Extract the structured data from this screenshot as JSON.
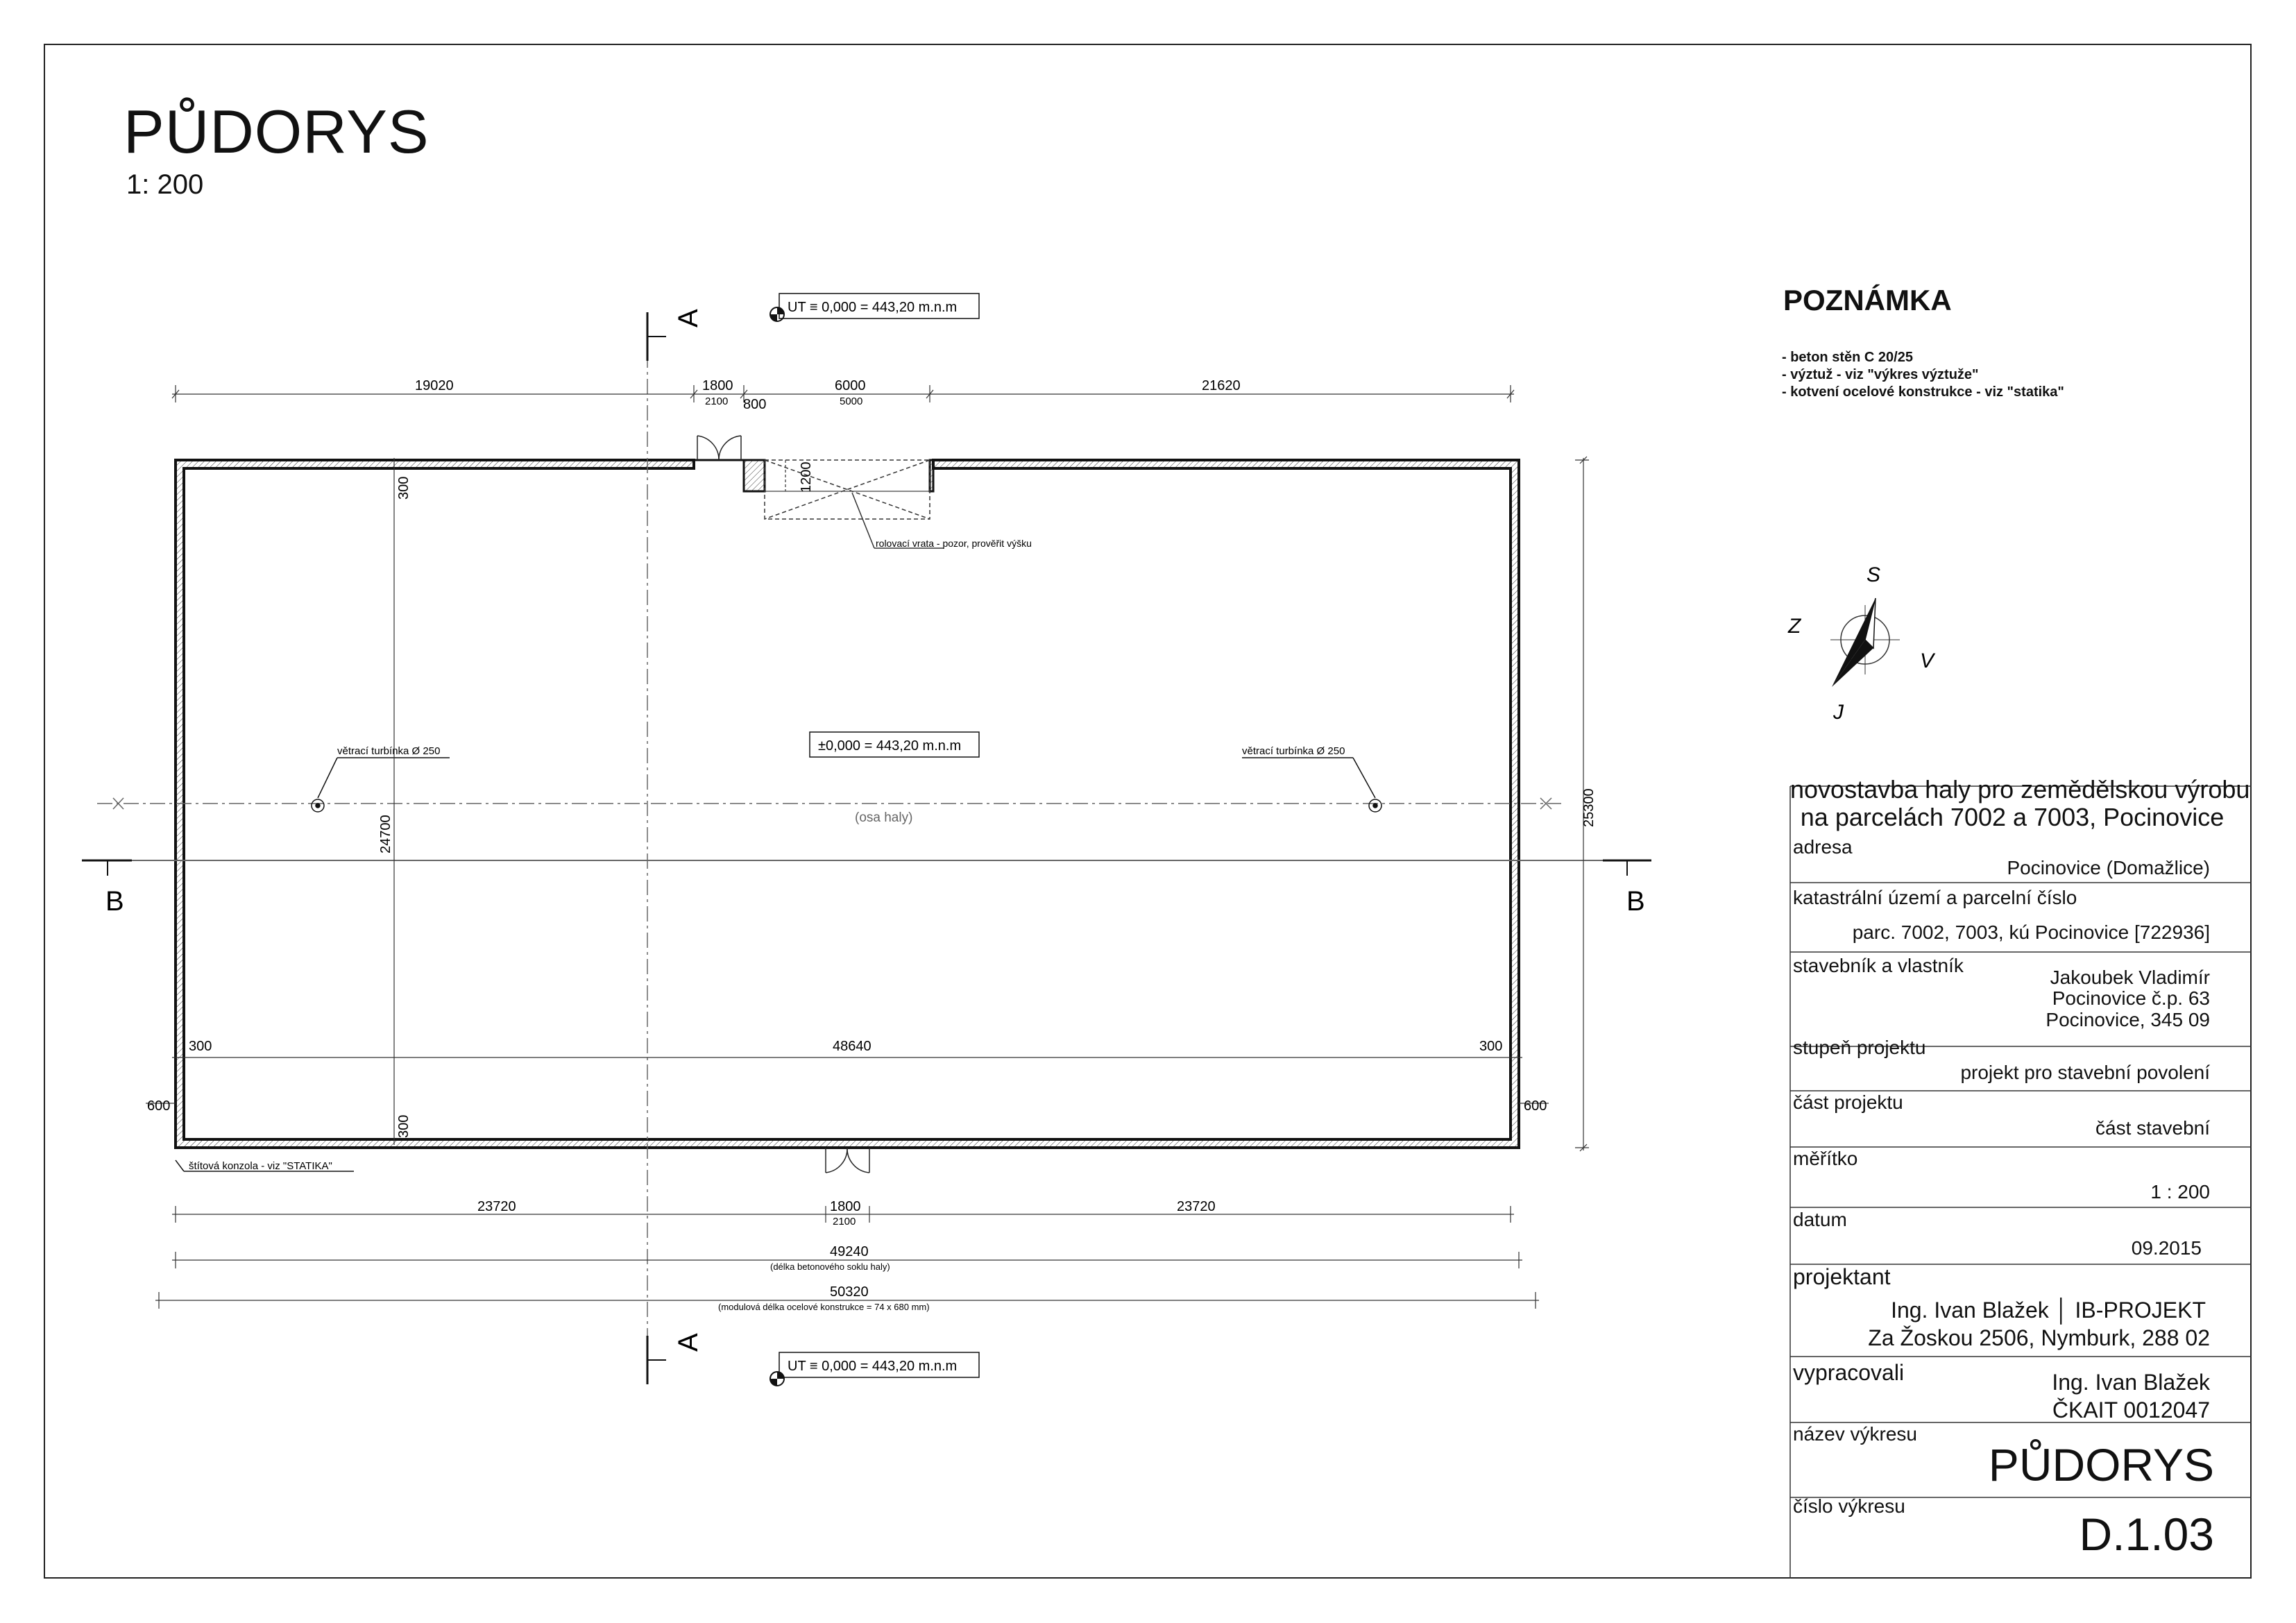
{
  "drawing": {
    "title": "PŮDORYS",
    "scale": "1: 200"
  },
  "plan": {
    "elevation_top": "UT ≡ 0,000 = 443,20 m.n.m",
    "elevation_bottom": "UT ≡ 0,000 = 443,20 m.n.m",
    "elevation_center": "±0,000 = 443,20 m.n.m",
    "axis_label": "(osa haly)",
    "section_a": "A",
    "section_b": "B",
    "turbine_left": "větrací turbínka Ø 250",
    "turbine_right": "větrací turbínka Ø 250",
    "gate_note": "rolovací vrata - pozor, prověřit výšku",
    "console_note": "štítová konzola - viz \"STATIKA\"",
    "dim_top": [
      "19020",
      "1800",
      "2100",
      "800",
      "6000",
      "5000",
      "21620"
    ],
    "dim_left_300_top": "300",
    "dim_left_300_bottom": "300",
    "dim_inner_height": "24700",
    "dim_right_height": "25300",
    "dim_inner_width": "48640",
    "dim_wall_left": "300",
    "dim_wall_right": "300",
    "dim_600_left": "600",
    "dim_600_right": "600",
    "dim_gate_depth": "1200",
    "dim_bottom": [
      "23720",
      "1800",
      "2100",
      "23720"
    ],
    "dim_total_concrete": "49240",
    "dim_total_concrete_note": "(délka betonového soklu haly)",
    "dim_total_steel": "50320",
    "dim_total_steel_note": "(modulová délka ocelové konstrukce  = 74 x 680 mm)"
  },
  "notes": {
    "heading": "POZNÁMKA",
    "lines": [
      "- beton stěn C 20/25",
      "- výztuž - viz \"výkres výztuže\"",
      "- kotvení ocelové konstrukce - viz \"statika\""
    ]
  },
  "compass": {
    "s": "S",
    "z": "Z",
    "v": "V",
    "j": "J"
  },
  "titleblock": {
    "project_line1": "novostavba haly pro zemědělskou výrobu",
    "project_line2": "na parcelách 7002 a 7003, Pocinovice",
    "address_label": "adresa",
    "address_value": "Pocinovice (Domažlice)",
    "cadastre_label": "katastrální území a parcelní číslo",
    "cadastre_value": "parc. 7002, 7003, kú Pocinovice [722936]",
    "owner_label": "stavebník a vlastník",
    "owner_value1": "Jakoubek Vladimír",
    "owner_value2": "Pocinovice č.p. 63",
    "owner_value3": "Pocinovice, 345 09",
    "stage_label": "stupeň projektu",
    "stage_value": "projekt pro stavební povolení",
    "part_label": "část projektu",
    "part_value": "část stavební",
    "scale_label": "měřítko",
    "scale_value": "1 : 200",
    "date_label": "datum",
    "date_value": "09.2015",
    "designer_label": "projektant",
    "designer_value1": "Ing. Ivan Blažek │ IB-PROJEKT",
    "designer_value2": "Za Žoskou 2506, Nymburk, 288 02",
    "prepared_label": "vypracovali",
    "prepared_value1": "Ing. Ivan Blažek",
    "prepared_value2": "ČKAIT 0012047",
    "name_label": "název výkresu",
    "name_value": "PŮDORYS",
    "number_label": "číslo výkresu",
    "number_value": "D.1.03"
  }
}
